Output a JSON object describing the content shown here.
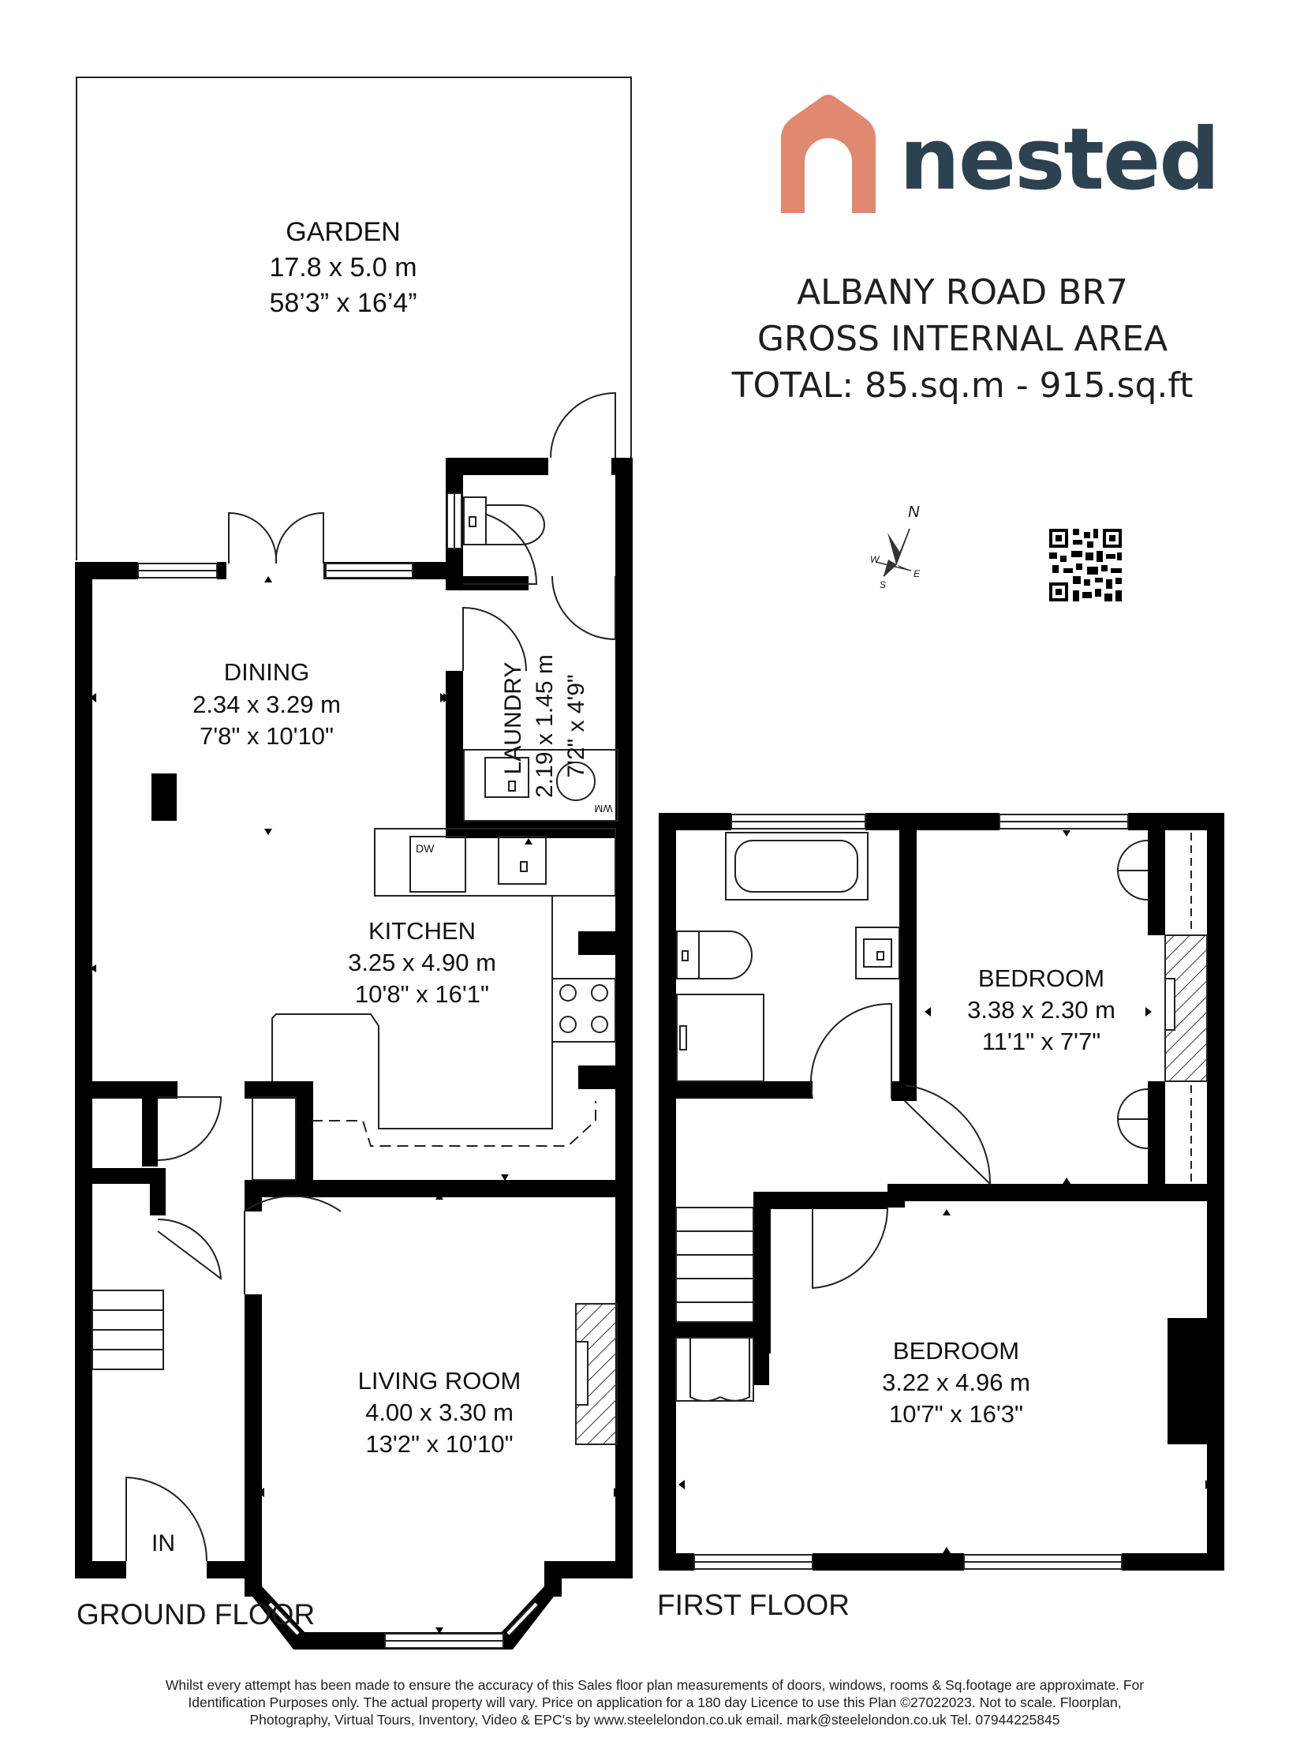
{
  "brand": {
    "name": "nested",
    "logo_color": "#e08870",
    "text_color": "#2d4250"
  },
  "header": {
    "address": "ALBANY ROAD BR7",
    "area_label": "GROSS INTERNAL AREA",
    "total": "TOTAL: 85.sq.m - 915.sq.ft"
  },
  "compass": {
    "n": "N",
    "s": "S",
    "e": "E",
    "w": "W"
  },
  "rooms": {
    "garden": {
      "name": "GARDEN",
      "metric": "17.8 x 5.0 m",
      "imperial": "58’3” x 16’4”"
    },
    "dining": {
      "name": "DINING",
      "metric": "2.34 x 3.29 m",
      "imperial": "7'8\" x 10'10\""
    },
    "laundry": {
      "name": "LAUNDRY",
      "metric": "2.19 x 1.45 m",
      "imperial": "7'2\" x 4'9\""
    },
    "kitchen": {
      "name": "KITCHEN",
      "metric": "3.25 x 4.90 m",
      "imperial": "10'8\" x 16'1\""
    },
    "living": {
      "name": "LIVING ROOM",
      "metric": "4.00 x 3.30 m",
      "imperial": "13'2\" x 10'10\""
    },
    "bedroom1": {
      "name": "BEDROOM",
      "metric": "3.38 x 2.30 m",
      "imperial": "11'1\" x 7'7\""
    },
    "bedroom2": {
      "name": "BEDROOM",
      "metric": "3.22 x 4.96 m",
      "imperial": "10'7\" x 16'3\""
    }
  },
  "labels": {
    "dw": "DW",
    "wm": "WM",
    "entrance": "IN"
  },
  "floors": {
    "ground": "GROUND FLOOR",
    "first": "FIRST FLOOR"
  },
  "disclaimer": [
    "Whilst every attempt has been made to ensure the accuracy of this Sales floor plan measurements of doors, windows, rooms & Sq.footage are approximate. For",
    "Identification Purposes only. The actual property will vary. Price on application for a 180 day Licence to use this Plan ©27022023. Not to scale. Floorplan,",
    "Photography, Virtual Tours, Inventory, Video & EPC's by www.steelelondon.co.uk  email. mark@steelelondon.co.uk  Tel. 07944225845"
  ]
}
